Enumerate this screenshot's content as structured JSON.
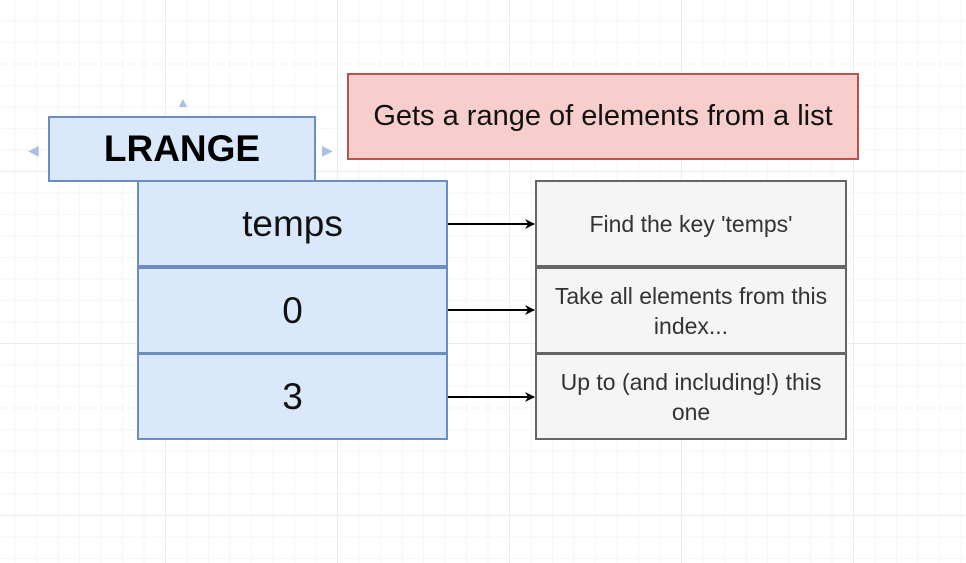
{
  "command": {
    "name": "LRANGE"
  },
  "description": "Gets a range of elements from a list",
  "arguments": [
    {
      "value": "temps",
      "note": "Find the key 'temps'"
    },
    {
      "value": "0",
      "note": "Take all elements from this index..."
    },
    {
      "value": "3",
      "note": "Up to (and including!) this one"
    }
  ],
  "colors": {
    "command_fill": "#dae8fc",
    "command_stroke": "#6c8ebf",
    "description_fill": "#f8cecc",
    "description_stroke": "#b85450",
    "note_fill": "#f5f5f5",
    "note_stroke": "#666666"
  }
}
